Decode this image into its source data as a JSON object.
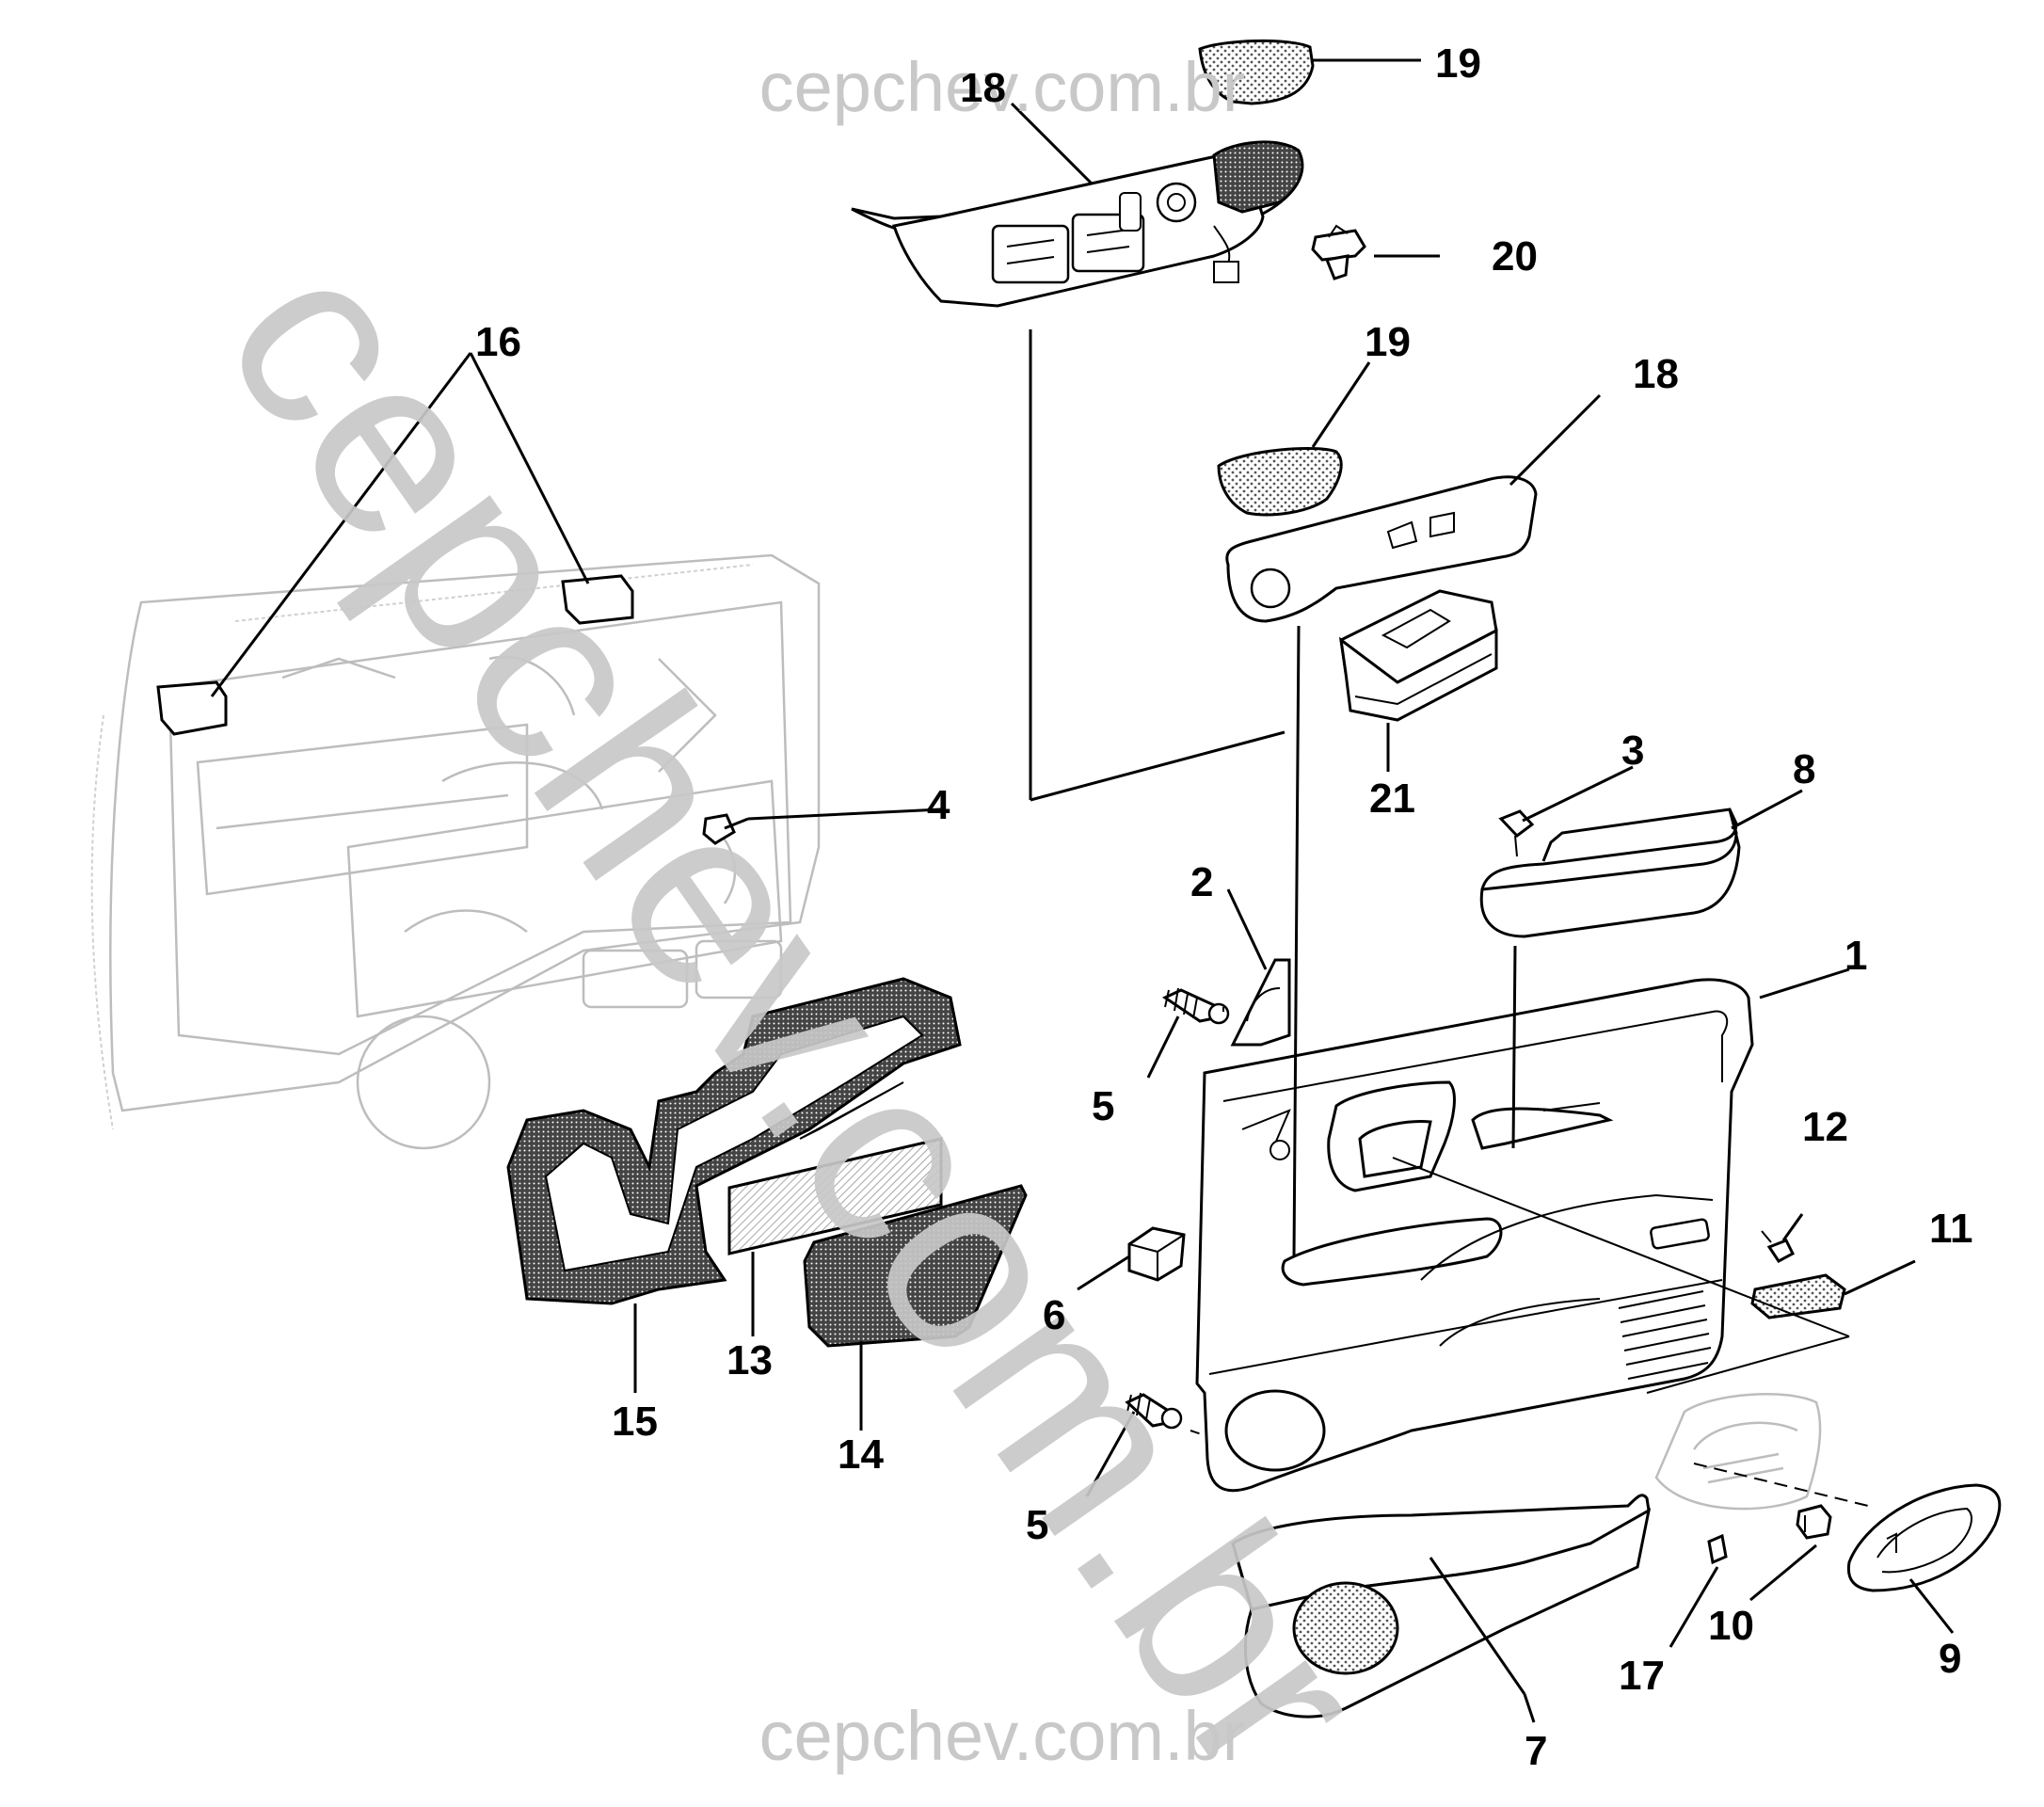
{
  "watermarks": {
    "top": "cepchev.com.br",
    "bottom": "cepchev.com.br",
    "diagonal": "cepchev.com.br"
  },
  "callouts": {
    "c1": "1",
    "c2": "2",
    "c3": "3",
    "c4": "4",
    "c5a": "5",
    "c5b": "5",
    "c6": "6",
    "c7": "7",
    "c8": "8",
    "c9": "9",
    "c10": "10",
    "c11": "11",
    "c12": "12",
    "c13": "13",
    "c14": "14",
    "c15": "15",
    "c16": "16",
    "c17": "17",
    "c18a": "18",
    "c18b": "18",
    "c19a": "19",
    "c19b": "19",
    "c20": "20",
    "c21": "21"
  },
  "colors": {
    "line": "#000000",
    "watermark": "#c8c8c8",
    "ghost": "#bdbdbd"
  }
}
